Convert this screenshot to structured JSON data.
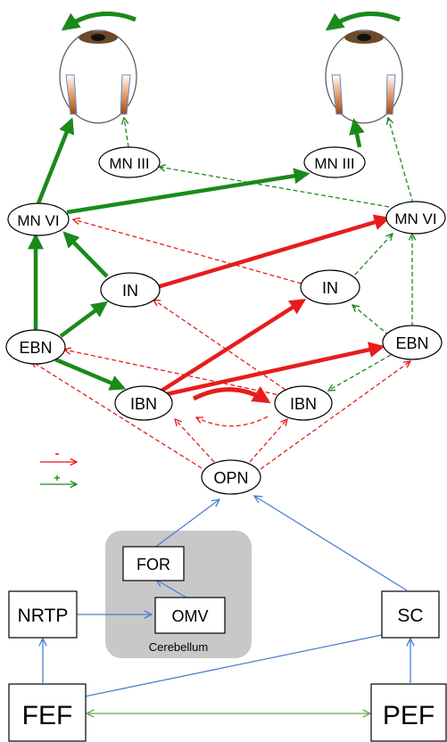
{
  "nodes": {
    "mn3_left": "MN III",
    "mn3_right": "MN III",
    "mn6_left": "MN VI",
    "mn6_right": "MN VI",
    "in_left": "IN",
    "in_right": "IN",
    "ebn_left": "EBN",
    "ebn_right": "EBN",
    "ibn_left": "IBN",
    "ibn_right": "IBN",
    "opn": "OPN",
    "for": "FOR",
    "omv": "OMV",
    "nrtp": "NRTP",
    "sc": "SC",
    "fef": "FEF",
    "pef": "PEF",
    "cerebellum": "Cerebellum"
  },
  "legend": {
    "inhibitory_sign": "-",
    "excitatory_sign": "+"
  },
  "colors": {
    "excitatory": "#1a8a1a",
    "inhibitory": "#e81c1c",
    "pathway": "#4a7fd0",
    "cortical_link": "#6aa84f",
    "cerebellum_bg": "#c8c8c8",
    "muscle": "#c0602a",
    "iris": "#6b4a2a"
  }
}
